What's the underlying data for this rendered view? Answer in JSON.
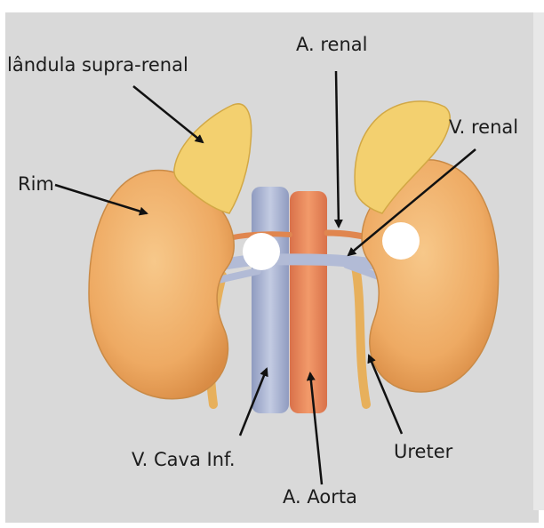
{
  "labels": {
    "adrenal_gland": "lândula supra-renal",
    "kidney": "Rim",
    "renal_artery": "A. renal",
    "renal_vein": "V. renal",
    "vena_cava": "V. Cava Inf.",
    "aorta": "A. Aorta",
    "ureter": "Ureter"
  },
  "colors": {
    "background": "#d9d9d9",
    "kidney": "#f0b46e",
    "adrenal": "#f2cf6d",
    "aorta": "#e98a5b",
    "vein": "#aab4d2",
    "arrow": "#111111"
  }
}
